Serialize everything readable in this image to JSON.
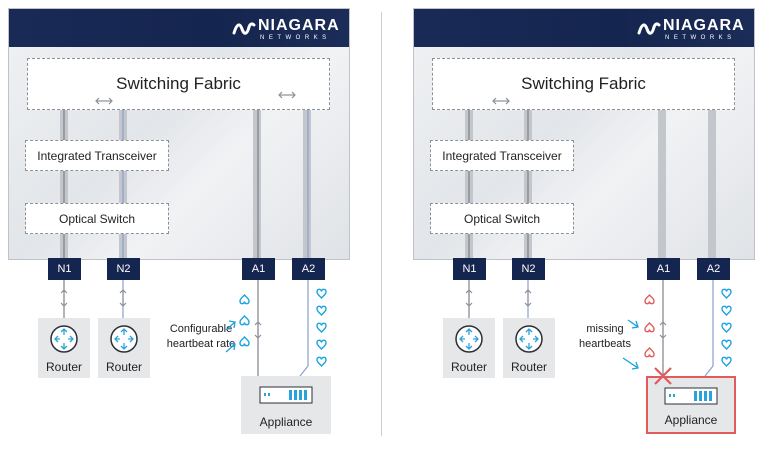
{
  "brand": {
    "name": "NIAGARA",
    "sub": "NETWORKS"
  },
  "colors": {
    "banner": "#14254f",
    "port": "#14254f",
    "heartbeat": "#1aa3e0",
    "missing": "#e05b5b",
    "link": "#8a8f96",
    "blue_link": "#8aa0d0"
  },
  "left": {
    "fabric": "Switching Fabric",
    "transceiver": "Integrated Transceiver",
    "optical": "Optical Switch",
    "ports": [
      "N1",
      "N2",
      "A1",
      "A2"
    ],
    "router1": "Router",
    "router2": "Router",
    "appliance": "Appliance",
    "note_line1": "Configurable",
    "note_line2": "heartbeat rate"
  },
  "right": {
    "fabric": "Switching Fabric",
    "transceiver": "Integrated Transceiver",
    "optical": "Optical Switch",
    "ports": [
      "N1",
      "N2",
      "A1",
      "A2"
    ],
    "router1": "Router",
    "router2": "Router",
    "appliance": "Appliance",
    "note_line1": "missing",
    "note_line2": "heartbeats"
  }
}
